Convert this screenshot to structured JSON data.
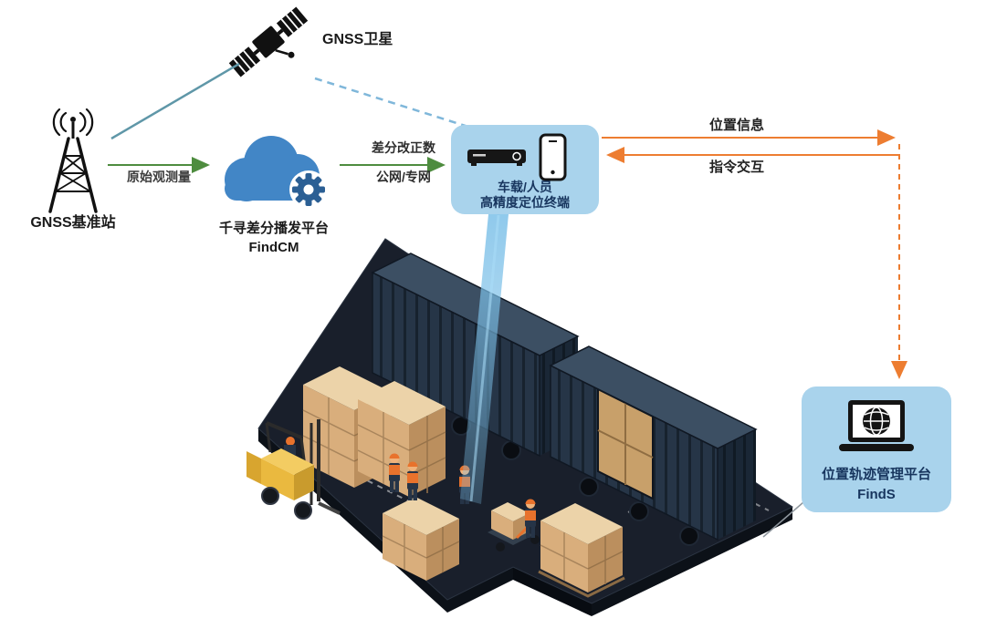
{
  "diagram": {
    "satellite_label": "GNSS卫星",
    "base_station_label": "GNSS基准站",
    "cloud_label_1": "千寻差分播发平台",
    "cloud_label_2": "FindCM",
    "terminal_label_1": "车载/人员",
    "terminal_label_2": "高精度定位终端",
    "platform_label_1": "位置轨迹管理平台",
    "platform_label_2": "FindS",
    "flow_raw_observation": "原始观测量",
    "flow_correction_1": "差分改正数",
    "flow_correction_2": "公网/专网",
    "flow_position_info": "位置信息",
    "flow_command": "指令交互"
  },
  "icons": {
    "satellite": "satellite-icon",
    "base_station": "radio-tower-icon",
    "cloud": "cloud-gear-icon",
    "terminal": "receiver-and-phone-icon",
    "management_platform": "laptop-globe-icon"
  },
  "colors": {
    "node_box_blue": "#a9d3ec",
    "navy_text": "#17355e",
    "green_arrow": "#4e8c3f",
    "orange_arrow": "#ed7d31",
    "teal_line": "#5f97a8",
    "dashed_blue_line": "#7fb7da",
    "cloud_blue": "#4286c6",
    "gear_blue": "#2b5f94",
    "platform_dark": "#191f2b",
    "container_dark": "#263547",
    "box_tan": "#d9ae7c",
    "forklift_yellow": "#eab93f",
    "vest_orange": "#e8722c"
  }
}
